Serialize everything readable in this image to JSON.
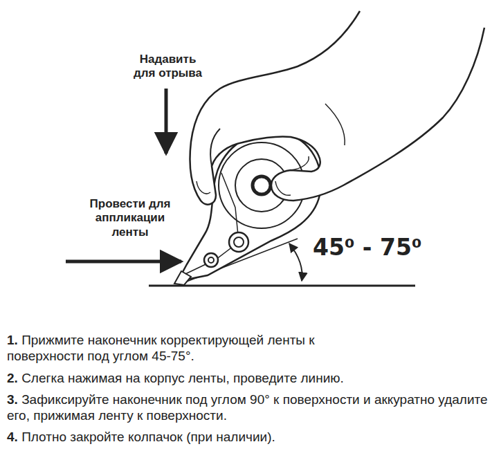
{
  "diagram": {
    "labels": [
      "Надавить для отрыва",
      "Провести для аппликации ленты",
      "45⁰ - 75⁰",
      "1.",
      "Прижмите наконечник корректирующей ленты к поверхности под углом 45-75°.",
      "2.",
      "Слегка нажимая на корпус ленты, проведите линию.",
      "3.",
      "Зафиксируйте наконечник под углом 90° к поверхности и аккуратно удалите его, прижимая ленту к поверхности.",
      "4.",
      "Плотно закройте колпачок (при наличии)."
    ]
  }
}
